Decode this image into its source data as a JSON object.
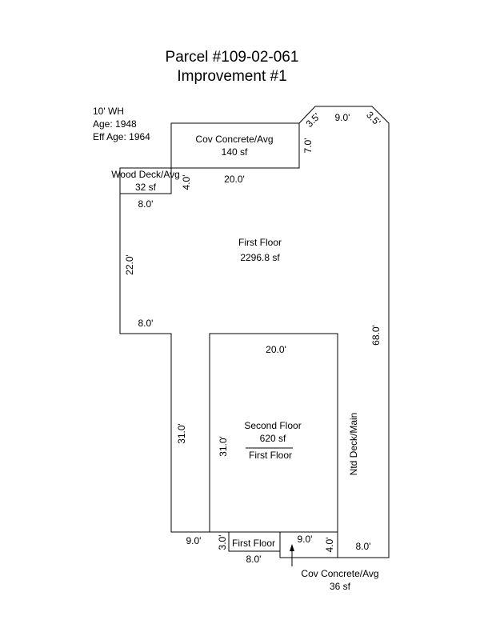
{
  "header": {
    "title_line1": "Parcel #109-02-061",
    "title_line2": "Improvement #1"
  },
  "info": {
    "wall_height": "10' WH",
    "age": "Age: 1948",
    "eff_age": "Eff Age: 1964"
  },
  "areas": {
    "cov_concrete_top": {
      "name": "Cov Concrete/Avg",
      "size": "140 sf"
    },
    "wood_deck": {
      "name": "Wood Deck/Avg",
      "size": "32 sf"
    },
    "first_floor": {
      "name": "First Floor",
      "size": "2296.8 sf"
    },
    "second_floor": {
      "name": "Second Floor",
      "size": "620 sf",
      "below": "First Floor"
    },
    "first_floor_small": {
      "name": "First Floor"
    },
    "ntd_deck": {
      "name": "Ntd Deck/Main"
    },
    "cov_concrete_bottom": {
      "name": "Cov Concrete/Avg",
      "size": "36 sf"
    }
  },
  "dimensions": {
    "top_left_diag": "3.5'",
    "top_edge": "9.0'",
    "top_right_diag": "3.5'",
    "porch_right": "7.0'",
    "porch_bottom": "20.0'",
    "deck_right": "4.0'",
    "deck_bottom": "8.0'",
    "left_upper": "22.0'",
    "left_step": "8.0'",
    "right_side": "68.0'",
    "second_top": "20.0'",
    "left_lower": "31.0'",
    "second_left": "31.0'",
    "bottom_left": "9.0'",
    "small_left": "3.0'",
    "small_bottom": "8.0'",
    "porch2_top": "9.0'",
    "porch2_right": "4.0'",
    "bottom_right": "8.0'"
  }
}
